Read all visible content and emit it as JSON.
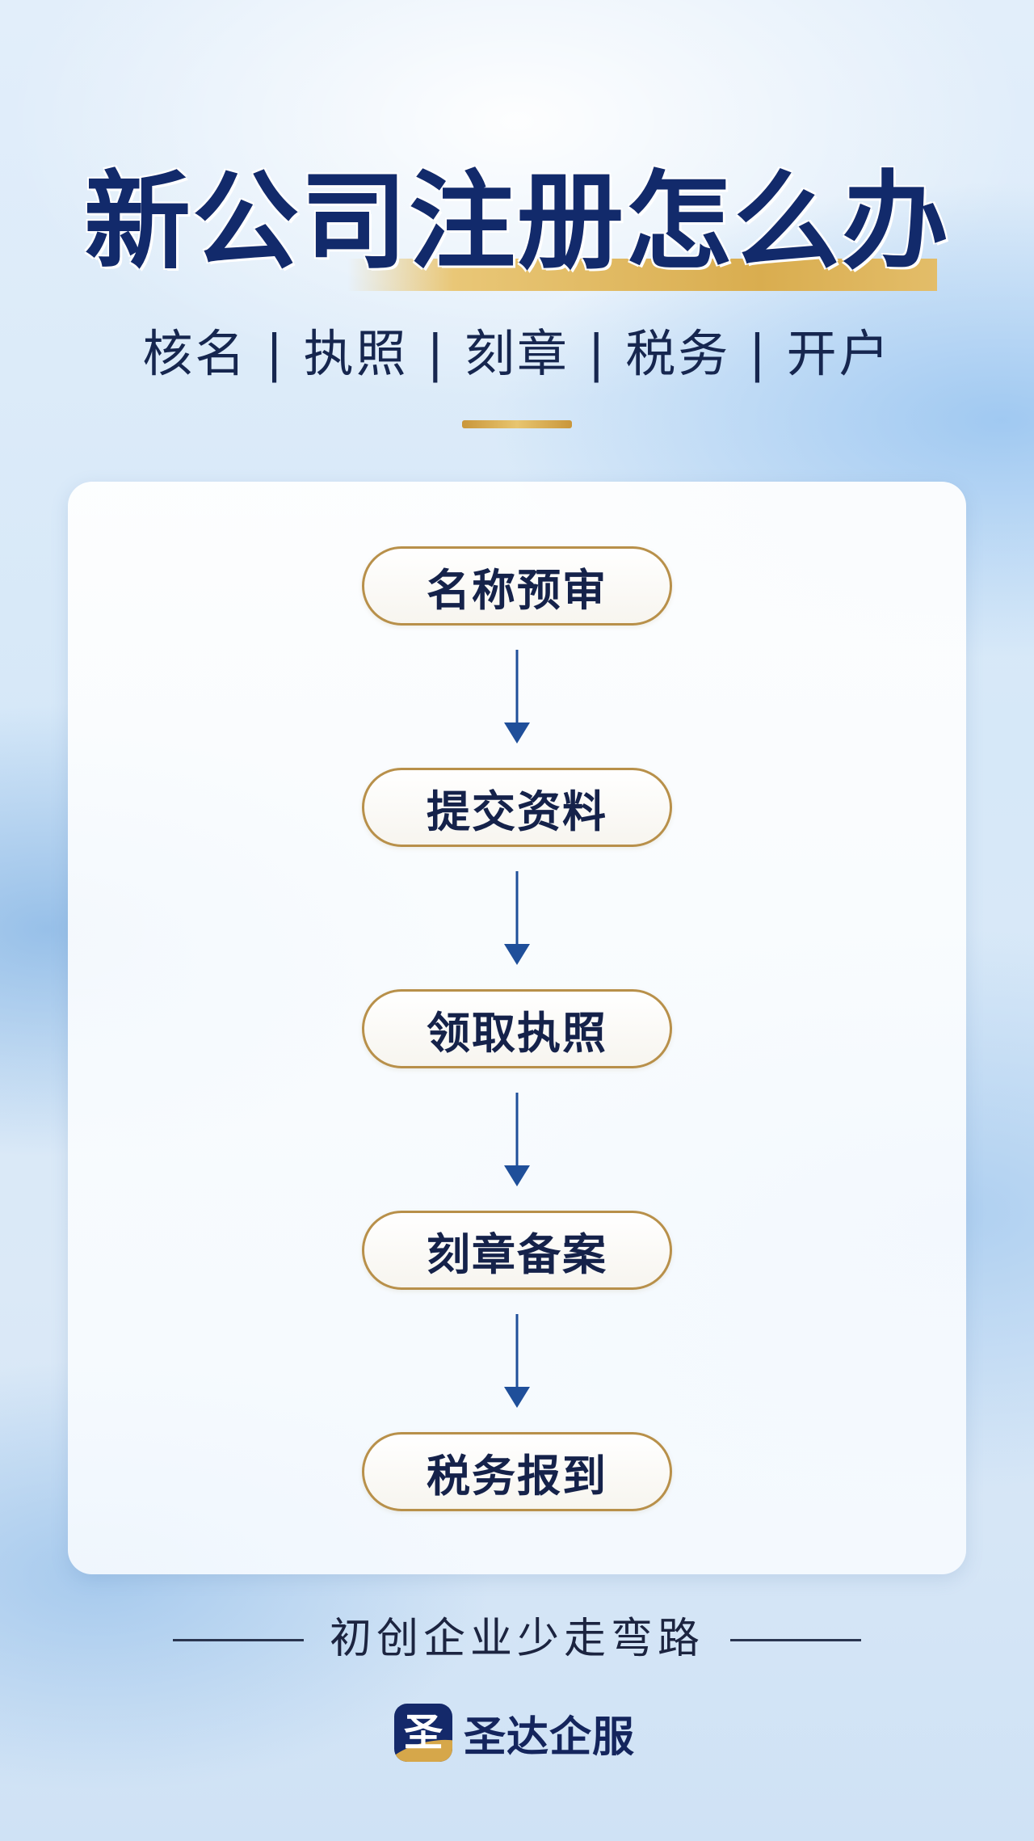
{
  "header": {
    "title": "新公司注册怎么办",
    "subtitle": "核名 | 执照 | 刻章 | 税务 | 开户"
  },
  "flow": {
    "steps": [
      {
        "label": "名称预审"
      },
      {
        "label": "提交资料"
      },
      {
        "label": "领取执照"
      },
      {
        "label": "刻章备案"
      },
      {
        "label": "税务报到"
      }
    ]
  },
  "footer": {
    "slogan": "初创企业少走弯路",
    "brand_logo_char": "圣",
    "brand_name": "圣达企服"
  },
  "colors": {
    "title": "#122a6b",
    "gold": "#d9ad4f",
    "step_border": "#b8904a",
    "arrow": "#1f4f9a"
  },
  "icons": {
    "arrow": "arrow-down-icon",
    "logo": "brand-logo-icon"
  }
}
